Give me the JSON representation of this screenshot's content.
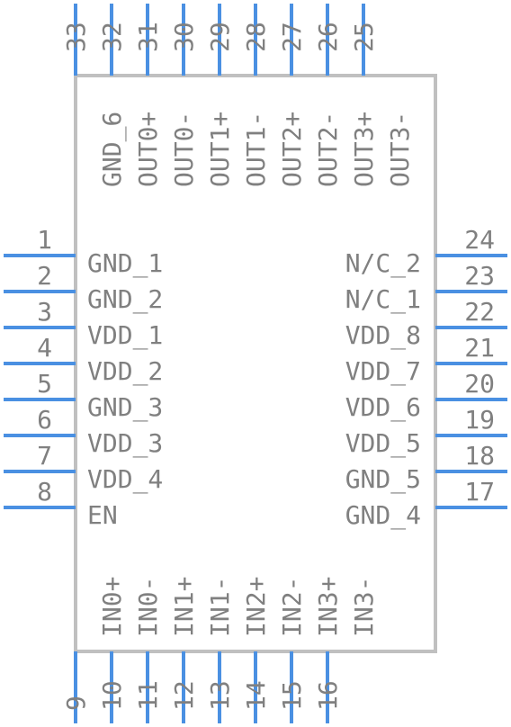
{
  "component": {
    "body_color": "#c0c0c0",
    "pin_color": "#4a90e2",
    "text_color": "#808080"
  },
  "pins_left": [
    {
      "number": "1",
      "name": "GND_1"
    },
    {
      "number": "2",
      "name": "GND_2"
    },
    {
      "number": "3",
      "name": "VDD_1"
    },
    {
      "number": "4",
      "name": "VDD_2"
    },
    {
      "number": "5",
      "name": "GND_3"
    },
    {
      "number": "6",
      "name": "VDD_3"
    },
    {
      "number": "7",
      "name": "VDD_4"
    },
    {
      "number": "8",
      "name": "EN"
    }
  ],
  "pins_bottom": [
    {
      "number": "9",
      "name": ""
    },
    {
      "number": "10",
      "name": "IN0+"
    },
    {
      "number": "11",
      "name": "IN0-"
    },
    {
      "number": "12",
      "name": "IN1+"
    },
    {
      "number": "13",
      "name": "IN1-"
    },
    {
      "number": "14",
      "name": "IN2+"
    },
    {
      "number": "15",
      "name": "IN2-"
    },
    {
      "number": "16",
      "name": "IN3+"
    },
    {
      "number": "",
      "name": "IN3-"
    }
  ],
  "pins_right": [
    {
      "number": "24",
      "name": "N/C_2"
    },
    {
      "number": "23",
      "name": "N/C_1"
    },
    {
      "number": "22",
      "name": "VDD_8"
    },
    {
      "number": "21",
      "name": "VDD_7"
    },
    {
      "number": "20",
      "name": "VDD_6"
    },
    {
      "number": "19",
      "name": "VDD_5"
    },
    {
      "number": "18",
      "name": "GND_5"
    },
    {
      "number": "17",
      "name": "GND_4"
    }
  ],
  "pins_top": [
    {
      "number": "33",
      "name": ""
    },
    {
      "number": "32",
      "name": "GND_6"
    },
    {
      "number": "31",
      "name": "OUT0+"
    },
    {
      "number": "30",
      "name": "OUT0-"
    },
    {
      "number": "29",
      "name": "OUT1+"
    },
    {
      "number": "28",
      "name": "OUT1-"
    },
    {
      "number": "27",
      "name": "OUT2+"
    },
    {
      "number": "26",
      "name": "OUT2-"
    },
    {
      "number": "25",
      "name": "OUT3+"
    },
    {
      "number": "",
      "name": "OUT3-"
    }
  ]
}
